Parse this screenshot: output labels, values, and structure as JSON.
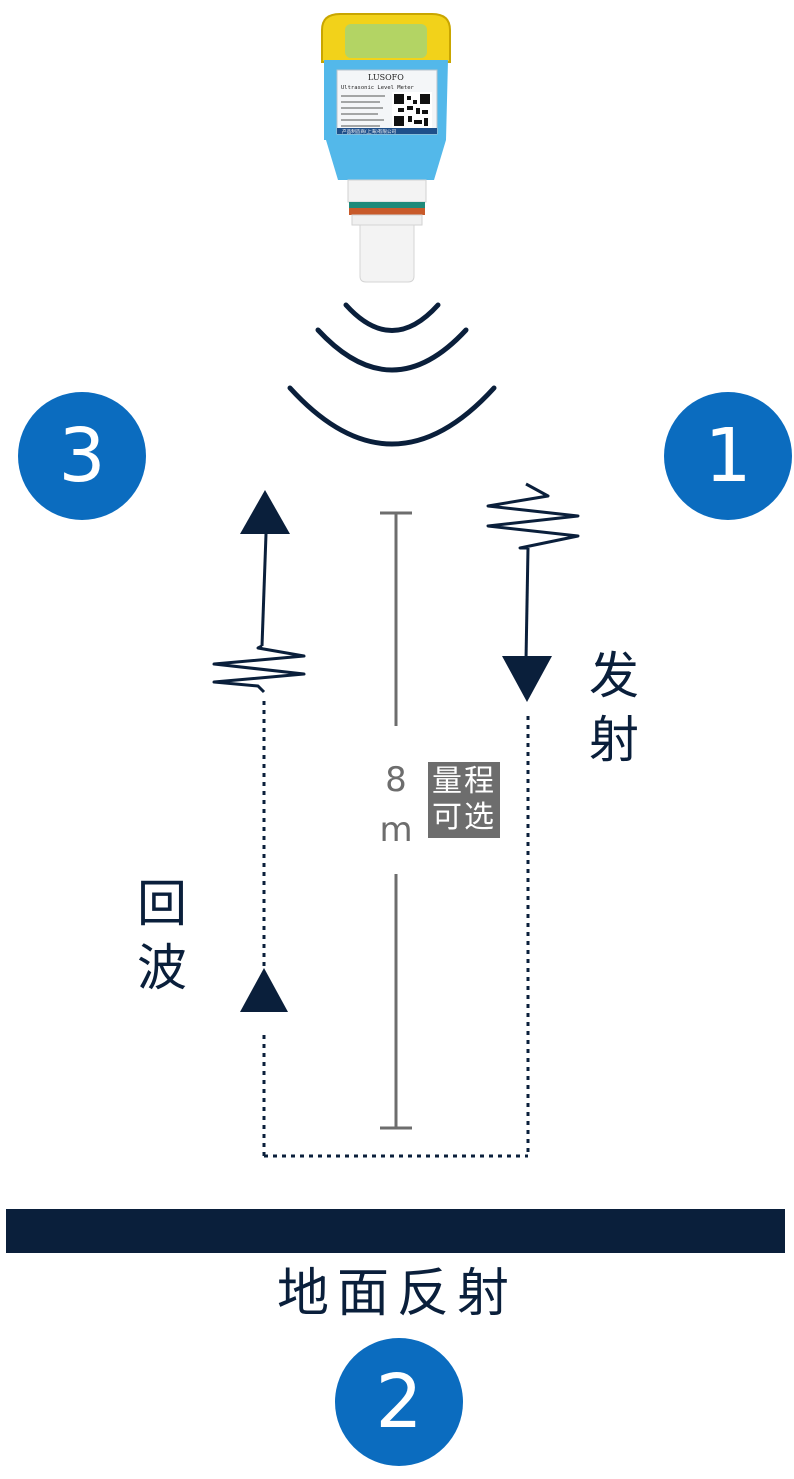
{
  "device": {
    "brand": "LUSOFO",
    "product_line": "Ultrasonic Level Meter",
    "manufacturer_line": "产品制造商(上海)有限公司",
    "colors": {
      "cap": "#f2d21a",
      "body": "#53b8ea",
      "sensor": "#f3f3f3",
      "ring": "#c85a2a",
      "seal": "#1e8a7a"
    }
  },
  "steps": {
    "emit": {
      "number": "1",
      "label": "发射"
    },
    "reflect": {
      "number": "2",
      "label": "地面反射"
    },
    "echo": {
      "number": "3",
      "label": "回波"
    }
  },
  "range": {
    "value": "8",
    "unit": "m",
    "note_line1": "量程",
    "note_line2": "可选"
  },
  "colors": {
    "badge": "#0b6cbf",
    "dark": "#0a1f3b",
    "gray": "#6d6d6d"
  }
}
